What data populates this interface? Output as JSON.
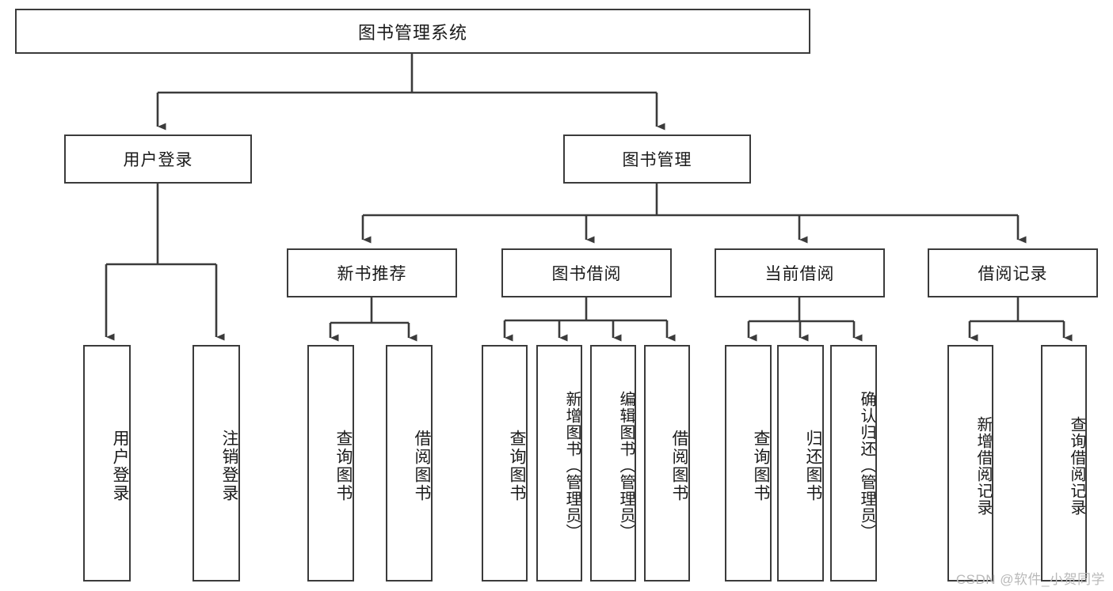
{
  "diagram": {
    "type": "tree-hierarchy",
    "title": "图书管理系统",
    "watermark": "CSDN @软件_小贺同学",
    "colors": {
      "stroke": "#3b3b3b",
      "background": "#ffffff",
      "text": "#1a1a1a",
      "watermark": "#b9b9b9"
    },
    "nodes": {
      "root": {
        "label": "图书管理系统"
      },
      "level2": [
        {
          "id": "user-login",
          "label": "用户登录"
        },
        {
          "id": "book-manage",
          "label": "图书管理"
        }
      ],
      "level3": [
        {
          "id": "new-book-recommend",
          "label": "新书推荐",
          "parent": "book-manage"
        },
        {
          "id": "book-borrow",
          "label": "图书借阅",
          "parent": "book-manage"
        },
        {
          "id": "current-borrow",
          "label": "当前借阅",
          "parent": "book-manage"
        },
        {
          "id": "borrow-record",
          "label": "借阅记录",
          "parent": "book-manage"
        }
      ],
      "leaves": [
        {
          "id": "leaf-user-login",
          "label": "用户登录",
          "parent": "user-login"
        },
        {
          "id": "leaf-user-logout",
          "label": "注销登录",
          "parent": "user-login"
        },
        {
          "id": "leaf-query-book-1",
          "label": "查询图书",
          "parent": "new-book-recommend"
        },
        {
          "id": "leaf-borrow-book-1",
          "label": "借阅图书",
          "parent": "new-book-recommend"
        },
        {
          "id": "leaf-query-book-2",
          "label": "查询图书",
          "parent": "book-borrow"
        },
        {
          "id": "leaf-add-book",
          "label": "新增图书（管理员）",
          "parent": "book-borrow"
        },
        {
          "id": "leaf-edit-book",
          "label": "编辑图书（管理员）",
          "parent": "book-borrow"
        },
        {
          "id": "leaf-borrow-book-2",
          "label": "借阅图书",
          "parent": "book-borrow"
        },
        {
          "id": "leaf-query-book-3",
          "label": "查询图书",
          "parent": "current-borrow"
        },
        {
          "id": "leaf-return-book",
          "label": "归还图书",
          "parent": "current-borrow"
        },
        {
          "id": "leaf-confirm-return",
          "label": "确认归还（管理员）",
          "parent": "current-borrow"
        },
        {
          "id": "leaf-add-record",
          "label": "新增借阅记录",
          "parent": "borrow-record"
        },
        {
          "id": "leaf-query-record",
          "label": "查询借阅记录",
          "parent": "borrow-record"
        }
      ]
    }
  }
}
